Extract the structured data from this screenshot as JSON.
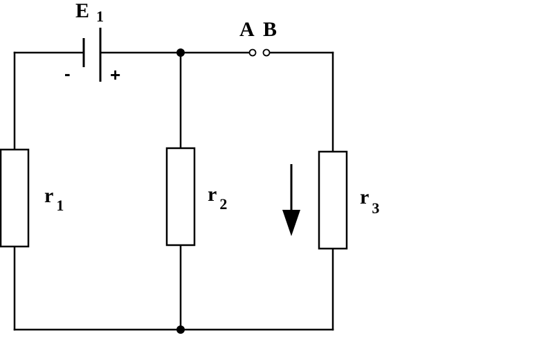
{
  "battery": {
    "name": "E",
    "subscript": "1",
    "minus": "-",
    "plus": "+"
  },
  "switch": {
    "left_label": "A",
    "right_label": "B"
  },
  "resistors": [
    {
      "name": "r",
      "subscript": "1"
    },
    {
      "name": "r",
      "subscript": "2"
    },
    {
      "name": "r",
      "subscript": "3"
    }
  ],
  "colors": {
    "line": "#000000",
    "background": "#ffffff"
  },
  "icons": {
    "current_direction": "arrow-down-icon"
  }
}
